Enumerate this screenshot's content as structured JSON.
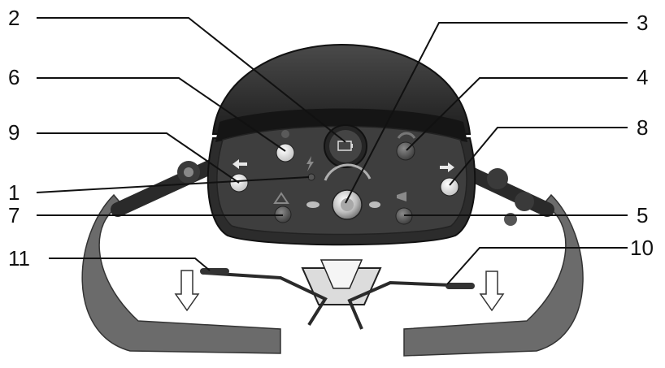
{
  "callouts": [
    {
      "id": "c1",
      "label": "1"
    },
    {
      "id": "c2",
      "label": "2"
    },
    {
      "id": "c3",
      "label": "3"
    },
    {
      "id": "c4",
      "label": "4"
    },
    {
      "id": "c5",
      "label": "5"
    },
    {
      "id": "c6",
      "label": "6"
    },
    {
      "id": "c7",
      "label": "7"
    },
    {
      "id": "c8",
      "label": "8"
    },
    {
      "id": "c9",
      "label": "9"
    },
    {
      "id": "c10",
      "label": "10"
    },
    {
      "id": "c11",
      "label": "11"
    }
  ],
  "colors": {
    "grip": "#6d6d6d",
    "console": "#2a2a2a",
    "panel": "#3c3c3c",
    "button_white": "#f2f2f2",
    "button_dark": "#5a5a5a",
    "leader": "#111111"
  },
  "icons": [
    "battery-gauge-icon",
    "speed-knob-icon",
    "left-arrow-icon",
    "right-arrow-icon",
    "horn-icon",
    "hazard-icon",
    "lightning-icon",
    "turtle-icon",
    "hare-icon",
    "down-arrow-icon"
  ]
}
